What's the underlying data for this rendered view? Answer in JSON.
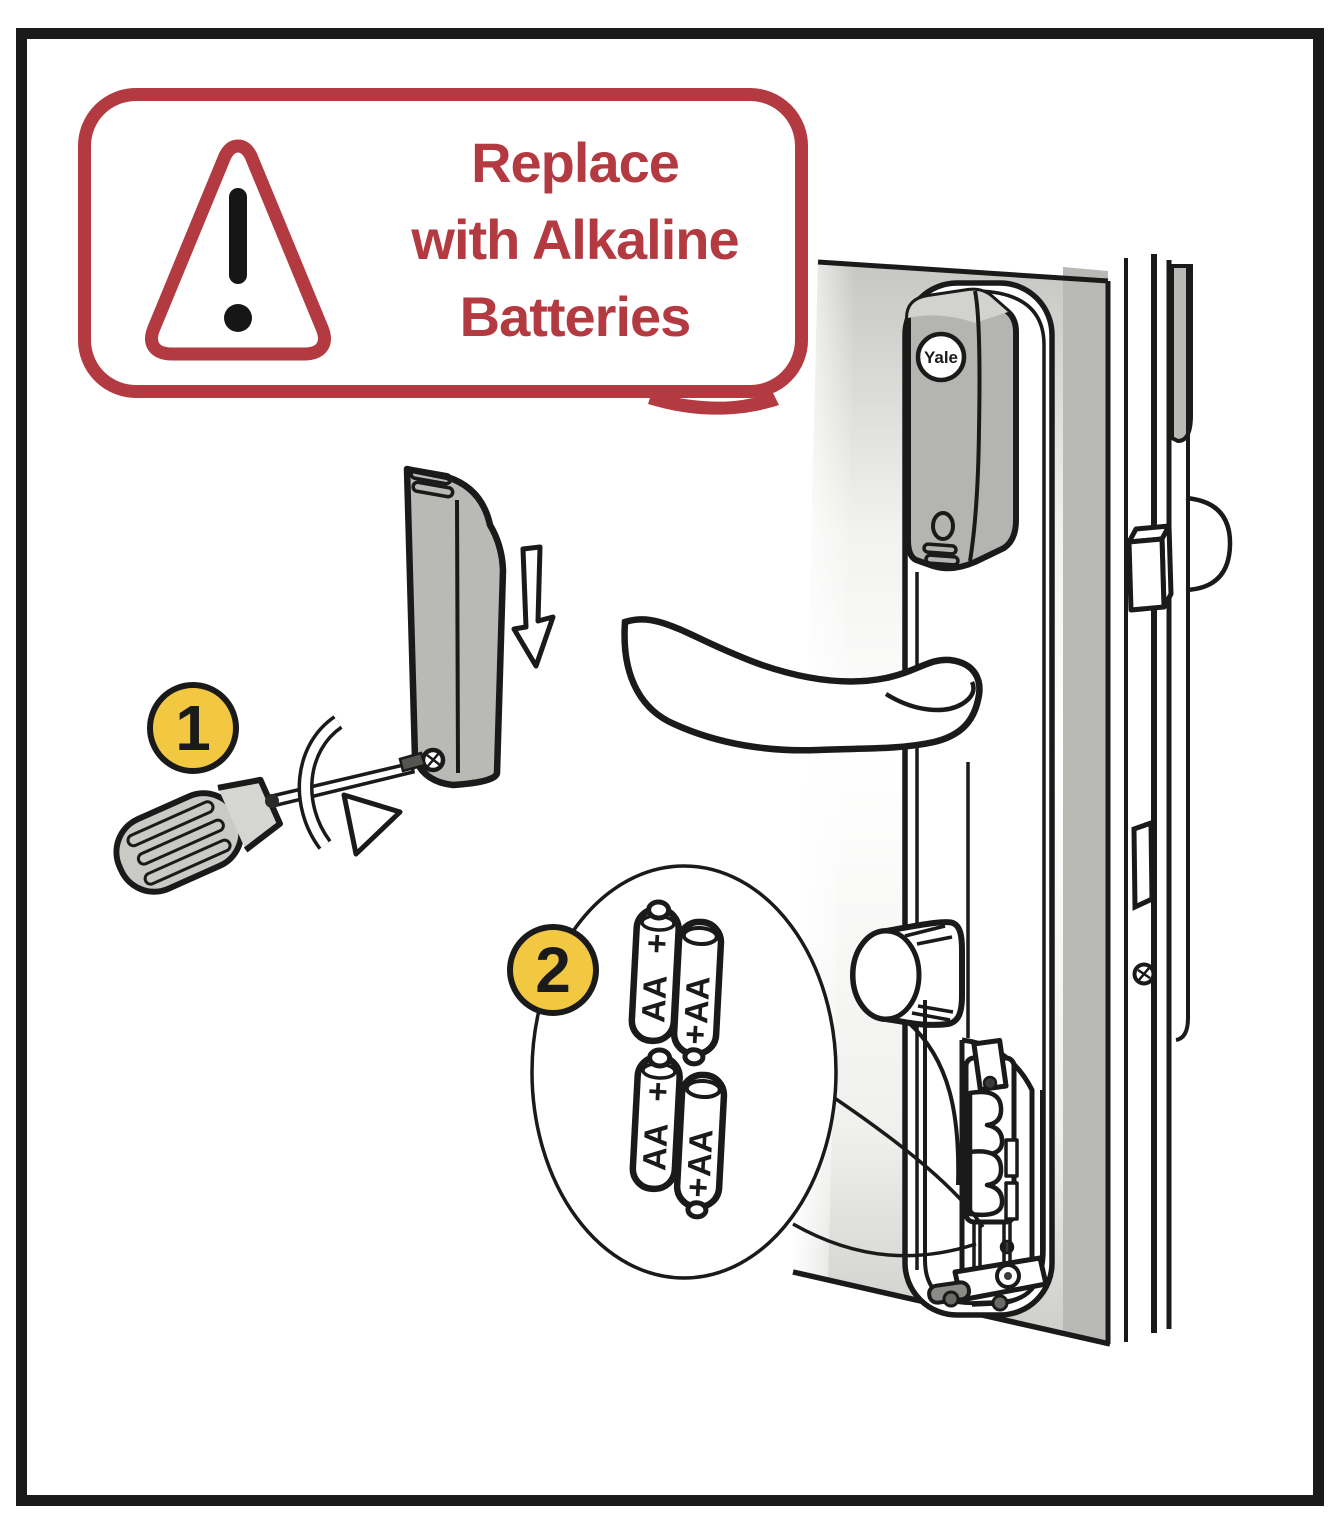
{
  "colors": {
    "red": "#b23a40",
    "yellow": "#f2c742",
    "ink": "#1a1a1a",
    "gray": "#b4b5b1",
    "gray_light": "#d2d3cf"
  },
  "warning": {
    "line1": "Replace",
    "line2": "with Alkaline",
    "line3": "Batteries"
  },
  "steps": [
    {
      "number": "1"
    },
    {
      "number": "2"
    }
  ],
  "brand_label": "Yale",
  "battery_label": "AA",
  "battery_polarity": "+"
}
